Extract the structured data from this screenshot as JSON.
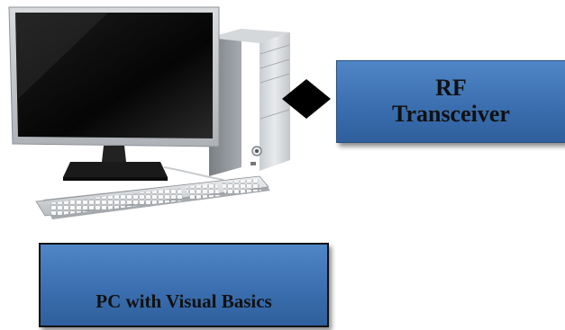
{
  "diagram": {
    "rf_block": {
      "label_line1": "RF",
      "label_line2": "Transceiver"
    },
    "pc_block": {
      "label": "PC with Visual Basics"
    },
    "colors": {
      "block_fill": "#3f74b5",
      "block_border": "#1a1a1a",
      "connector": "#000000"
    },
    "icons": {
      "computer": "desktop-pc-icon",
      "keyboard": "keyboard-icon",
      "connector": "diamond-connector-icon"
    }
  }
}
